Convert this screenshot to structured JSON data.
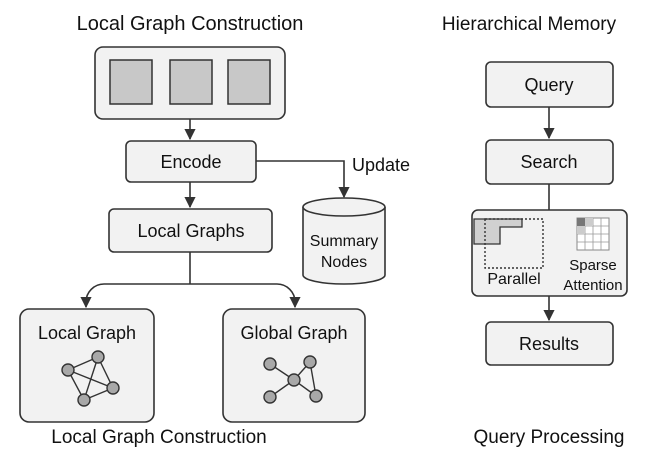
{
  "diagram": {
    "left": {
      "title": "Local Graph Construction",
      "encode": "Encode",
      "update": "Update",
      "local_graphs": "Local Graphs",
      "summary_line1": "Summary",
      "summary_line2": "Nodes",
      "local_graph": "Local Graph",
      "global_graph": "Global Graph",
      "caption": "Local Graph Construction"
    },
    "right": {
      "title": "Hierarchical Memory",
      "query": "Query",
      "search": "Search",
      "parallel": "Parallel",
      "sparse_line1": "Sparse",
      "sparse_line2": "Attention",
      "results": "Results",
      "caption": "Query Processing"
    },
    "colors": {
      "box_fill": "#f2f2f2",
      "stroke": "#333333",
      "node_fill": "#a8a8a8",
      "input_block_fill": "#c8c8c8",
      "attention_highlight": "#777777"
    },
    "icons": [
      "arrow-icon",
      "database-cylinder-icon",
      "graph-icon",
      "grid-icon"
    ]
  }
}
